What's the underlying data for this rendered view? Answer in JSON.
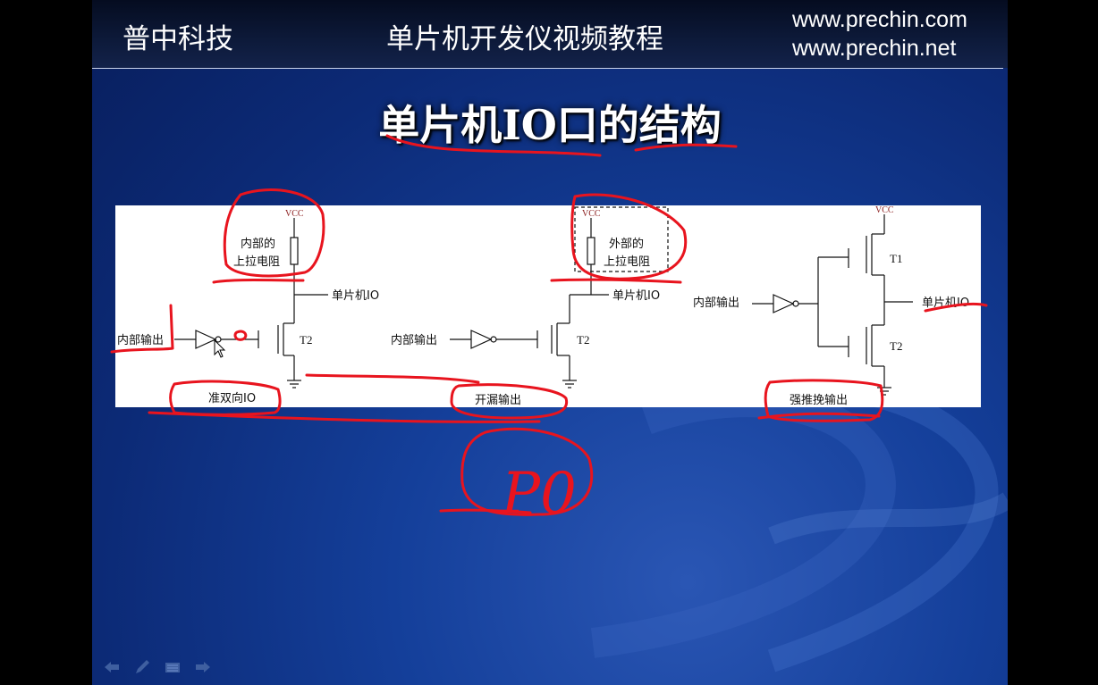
{
  "header": {
    "company": "普中科技",
    "course": "单片机开发仪视频教程",
    "url1": "www.prechin.com",
    "url2": "www.prechin.net"
  },
  "slide": {
    "title": "单片机IO口的结构"
  },
  "diagrams": {
    "quasi": {
      "vcc": "VCC",
      "resistor_line1": "内部的",
      "resistor_line2": "上拉电阻",
      "io_label": "单片机IO",
      "input_label": "内部输出",
      "transistor": "T2",
      "caption": "准双向IO"
    },
    "open_drain": {
      "vcc": "VCC",
      "resistor_line1": "外部的",
      "resistor_line2": "上拉电阻",
      "io_label": "单片机IO",
      "input_label": "内部输出",
      "transistor": "T2",
      "caption": "开漏输出"
    },
    "push_pull": {
      "vcc": "VCC",
      "io_label": "单片机IO",
      "input_label": "内部输出",
      "transistor_top": "T1",
      "transistor_bottom": "T2",
      "caption": "强推挽输出"
    }
  },
  "annotations": {
    "color": "#e8141e",
    "handwritten": "P0"
  },
  "nav": {
    "icons": [
      "arrow-left-icon",
      "pen-icon",
      "menu-icon",
      "arrow-right-icon"
    ]
  },
  "colors": {
    "slide_bg": "#143f9a",
    "ink": "#e8141e"
  }
}
